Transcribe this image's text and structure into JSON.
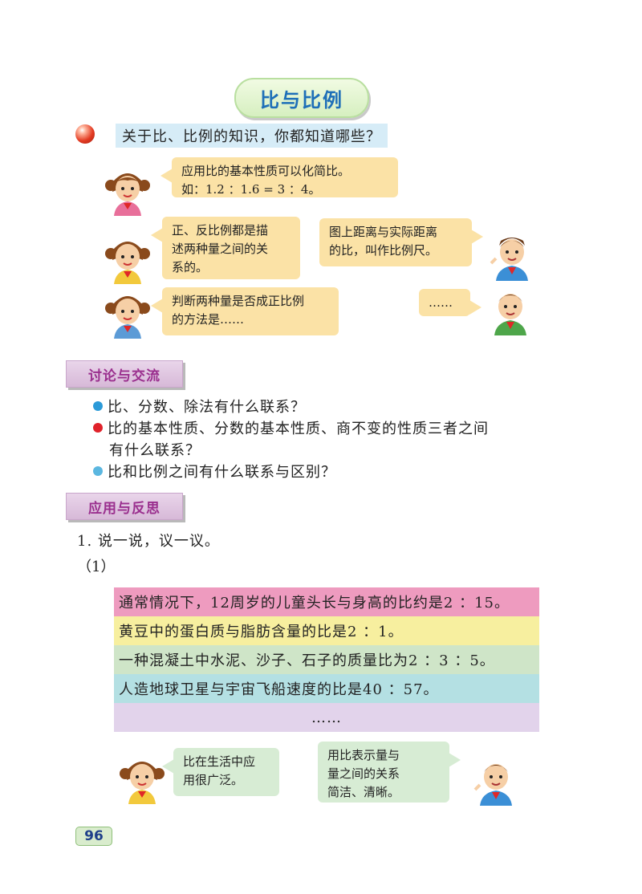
{
  "title": "比与比例",
  "question": "关于比、比例的知识，你都知道哪些？",
  "bubbles": {
    "b1": [
      "应用比的基本性质可以化简比。",
      "如：1.2 ：1.6 = 3 ：4。"
    ],
    "b2": [
      "正、反比例都是描",
      "述两种量之间的关",
      "系的。"
    ],
    "b3": [
      "图上距离与实际距离",
      "的比，叫作比例尺。"
    ],
    "b4": [
      "判断两种量是否成正比例",
      "的方法是……"
    ],
    "b5": "……"
  },
  "section_discuss": "讨论与交流",
  "discuss_items": [
    {
      "text": "比、分数、除法有什么联系？",
      "color": "#2b9ad8"
    },
    {
      "text": "比的基本性质、分数的基本性质、商不变的性质三者之间",
      "text2": "有什么联系？",
      "color": "#e0222a"
    },
    {
      "text": "比和比例之间有什么联系与区别？",
      "color": "#5bb7e0"
    }
  ],
  "section_apply": "应用与反思",
  "exercise_title": "1. 说一说，议一议。",
  "sub_label": "（1）",
  "stripes": [
    {
      "text": "通常情况下，12周岁的儿童头长与身高的比约是2 ：15。",
      "color": "#ee9bbf"
    },
    {
      "text": "黄豆中的蛋白质与脂肪含量的比是2 ：1。",
      "color": "#f7ef9f"
    },
    {
      "text": "一种混凝土中水泥、沙子、石子的质量比为2 ：3 ：5。",
      "color": "#cfe5c8"
    },
    {
      "text": "人造地球卫星与宇宙飞船速度的比是40 ：57。",
      "color": "#b4e0e3"
    },
    {
      "text": "……",
      "color": "#e2d3eb"
    }
  ],
  "bottom_bubbles": {
    "left": [
      "比在生活中应",
      "用很广泛。"
    ],
    "right": [
      "用比表示量与",
      "量之间的关系",
      "简洁、清晰。"
    ]
  },
  "page_number": "96"
}
